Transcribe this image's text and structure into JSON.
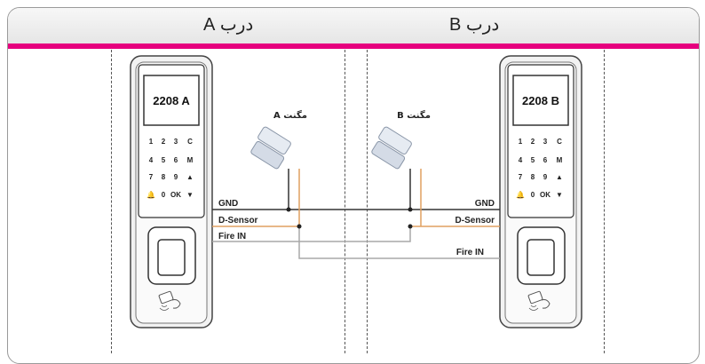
{
  "header": {
    "door_a_title": "درب A",
    "door_b_title": "درب B",
    "accent_color": "#e6007e"
  },
  "devices": [
    {
      "screen_text": "2208 A",
      "keys": [
        [
          "1",
          "2",
          "3",
          "C"
        ],
        [
          "4",
          "5",
          "6",
          "M"
        ],
        [
          "7",
          "8",
          "9",
          "▲"
        ],
        [
          "🔔",
          "0",
          "OK",
          "▼"
        ]
      ]
    },
    {
      "screen_text": "2208 B",
      "keys": [
        [
          "1",
          "2",
          "3",
          "C"
        ],
        [
          "4",
          "5",
          "6",
          "M"
        ],
        [
          "7",
          "8",
          "9",
          "▲"
        ],
        [
          "🔔",
          "0",
          "OK",
          "▼"
        ]
      ]
    }
  ],
  "magnets": {
    "a_label": "مگنت A",
    "b_label": "مگنت B"
  },
  "wires": {
    "gnd": "GND",
    "d_sensor": "D-Sensor",
    "fire_in": "Fire IN",
    "gnd_color": "#333333",
    "d_sensor_color": "#e0a060",
    "fire_color": "#a8a8a8"
  }
}
